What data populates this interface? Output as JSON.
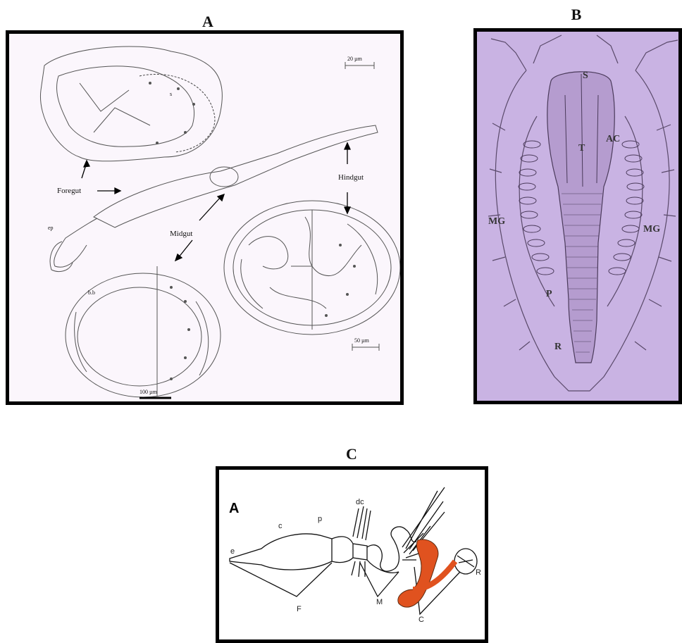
{
  "panels": {
    "a": {
      "title": "A",
      "labels": {
        "foregut": "Foregut",
        "hindgut": "Hindgut",
        "midgut": "Midgut",
        "scale_top": "20 µm",
        "scale_right": "50 µm",
        "scale_bottom": "100 µm",
        "small_s": "s",
        "small_ep": "ep",
        "small_be": "b.b"
      }
    },
    "b": {
      "title": "B",
      "labels": {
        "s": "S",
        "ac": "AC",
        "t": "T",
        "mg_left": "MG",
        "mg_right": "MG",
        "p": "P",
        "r": "R"
      }
    },
    "c": {
      "title": "C",
      "labels": {
        "a": "A",
        "e": "e",
        "c_crop": "c",
        "p": "p",
        "dc": "dc",
        "f": "F",
        "m": "M",
        "c_colon": "C",
        "r": "R"
      }
    }
  },
  "colors": {
    "panel_b_bg": "#c9b3e3",
    "hindgut_fill": "#e0521f",
    "frame": "#000000"
  }
}
